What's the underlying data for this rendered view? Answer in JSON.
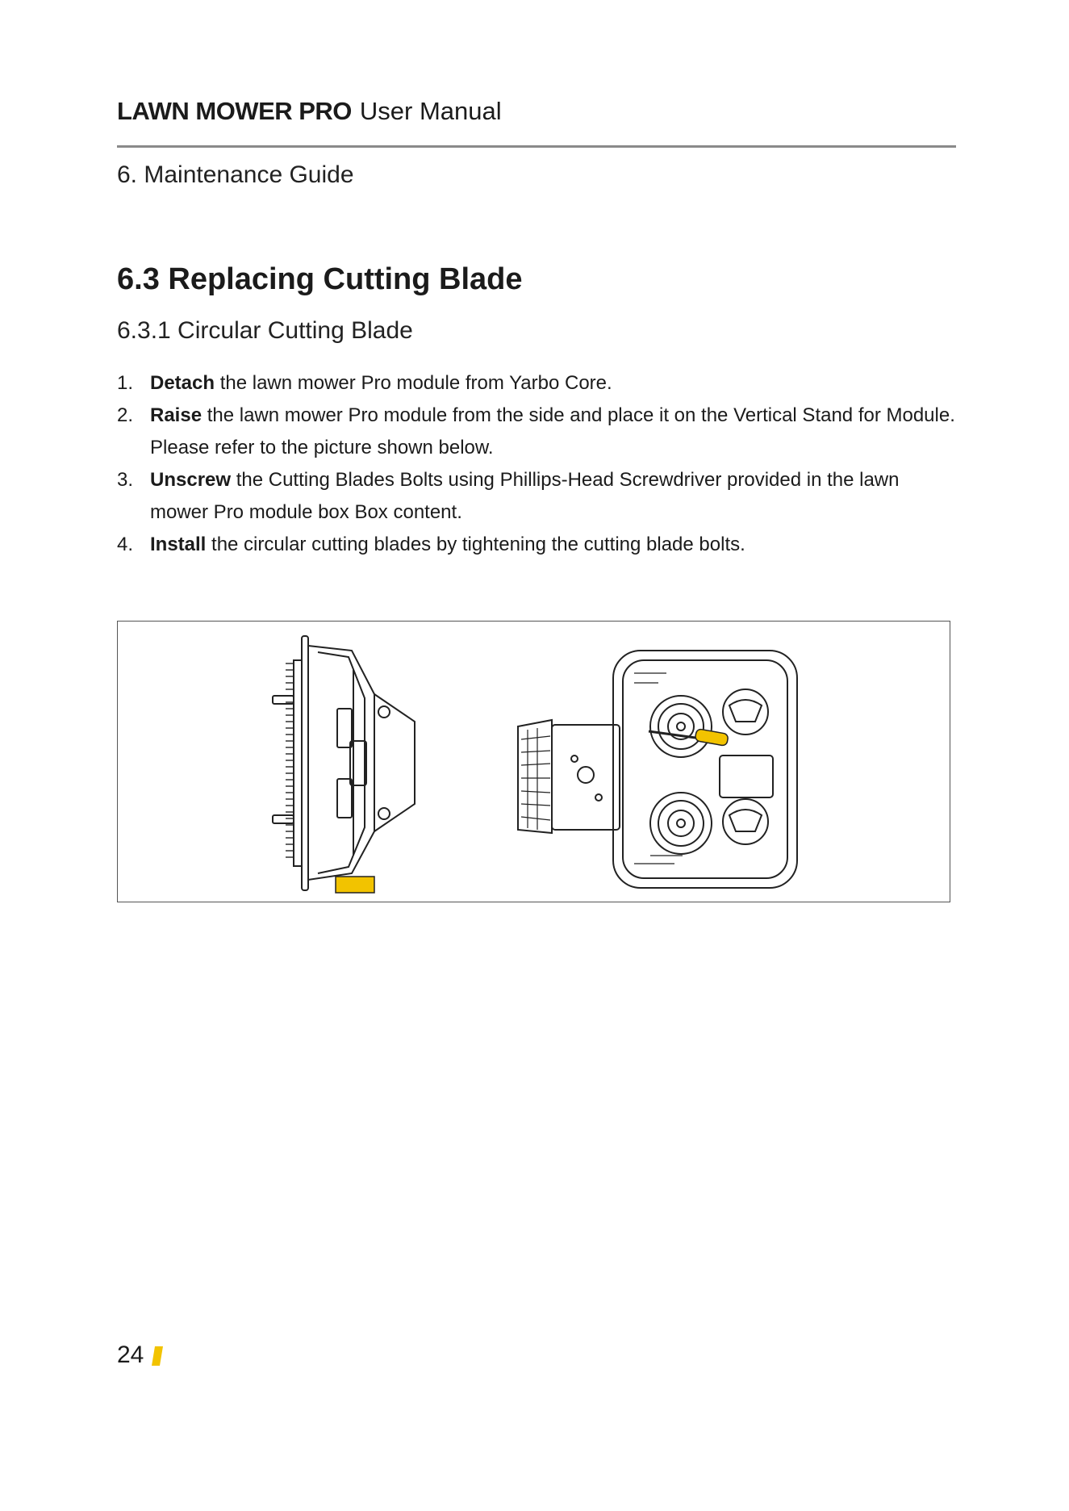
{
  "header": {
    "brand": "LAWN MOWER PRO",
    "doc_type": "User Manual"
  },
  "chapter": "6. Maintenance Guide",
  "section": {
    "title": "6.3 Replacing Cutting Blade",
    "subsection_title": "6.3.1 Circular Cutting Blade"
  },
  "steps": [
    {
      "num": "1.",
      "verb": "Detach",
      "text": " the lawn mower Pro module from Yarbo Core."
    },
    {
      "num": "2.",
      "verb": "Raise",
      "text": " the lawn mower Pro module from the side and place it on the Vertical Stand for Module. Please refer to the picture shown below."
    },
    {
      "num": "3.",
      "verb": "Unscrew",
      "text": " the Cutting Blades Bolts using Phillips-Head Screwdriver provided in the lawn mower Pro module box Box content."
    },
    {
      "num": "4.",
      "verb": "Install",
      "text": " the circular cutting blades by tightening the cutting blade bolts."
    }
  ],
  "figure": {
    "left_image": "mower-module-side-view-on-stand",
    "right_image": "mower-module-underside-with-screwdriver",
    "accent_color": "#f2c300"
  },
  "footer": {
    "page_number": "24",
    "accent_color": "#f2c300"
  }
}
